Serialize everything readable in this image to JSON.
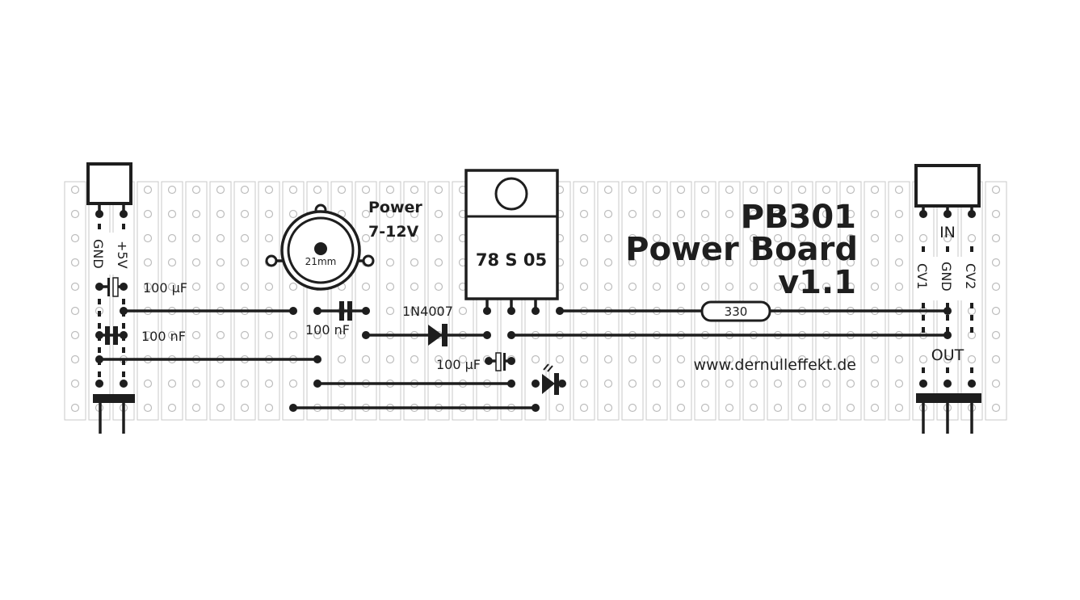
{
  "board": {
    "title_line1": "PB301",
    "title_line2": "Power Board",
    "title_line3": "v1.1",
    "website": "www.dernulleffekt.de"
  },
  "power_jack": {
    "label_line1": "Power",
    "label_line2": "7-12V",
    "size": "21mm"
  },
  "regulator": {
    "label": "78 S 05"
  },
  "diode": {
    "label": "1N4007"
  },
  "resistor": {
    "label": "330"
  },
  "capacitors": {
    "c1": "100 µF",
    "c2": "100 nF",
    "c3": "100 nF",
    "c4": "100 µF"
  },
  "left_connector": {
    "pin1": "GND",
    "pin2": "+5V"
  },
  "right_connector": {
    "in_label": "IN",
    "out_label": "OUT",
    "pin1": "CV1",
    "pin2": "GND",
    "pin3": "CV2"
  },
  "colors": {
    "ink": "#1e1e1e",
    "strip": "#c8c8c8"
  }
}
